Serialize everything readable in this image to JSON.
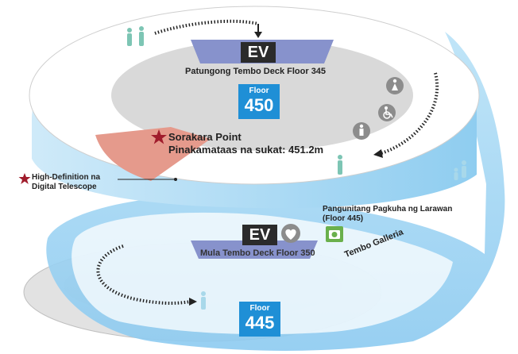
{
  "upper_deck": {
    "ev_label": "EV",
    "deck_label": "Patungong Tembo Deck Floor 345",
    "floor_word": "Floor",
    "floor_number": "450",
    "sorakara_title": "Sorakara Point",
    "sorakara_height": "Pinakamataas na sukat: 451.2m"
  },
  "telescope": {
    "line1": "High-Definition na",
    "line2": "Digital Telescope"
  },
  "lower_deck": {
    "ev_label": "EV",
    "aed_label": "AED",
    "deck_label": "Mula Tembo Deck Floor 350",
    "floor_word": "Floor",
    "floor_number": "445",
    "photo_spot_line1": "Pangunitang Pagkuha ng Larawan",
    "photo_spot_line2": "(Floor 445)",
    "galleria_label": "Tembo Galleria"
  },
  "colors": {
    "badge_blue": "#1f8fd6",
    "ev_dark": "#2b2b2b",
    "ramp_blue": "#9fd2f0",
    "deck_gray": "#d8d8d8",
    "sorakara_pink": "#e59a8c",
    "star_red": "#a01c2c",
    "photo_green": "#6ab04c",
    "walker_teal": "#7dc5b4"
  },
  "icons": [
    "elevator-icon",
    "restroom-icon",
    "accessible-restroom-icon",
    "mens-restroom-icon",
    "aed-icon",
    "camera-icon",
    "star-icon",
    "person-icon"
  ]
}
